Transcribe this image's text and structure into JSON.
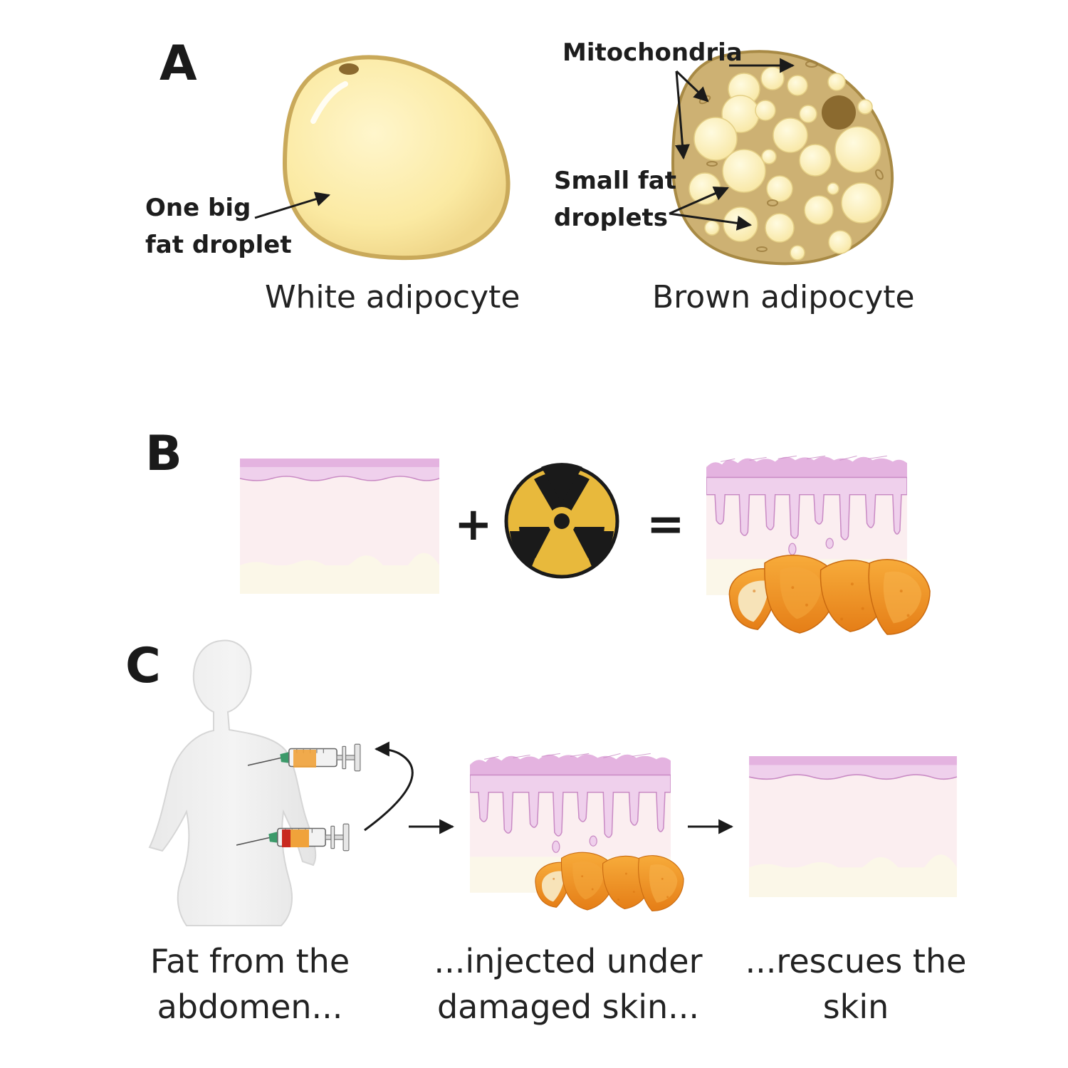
{
  "panels": {
    "a": {
      "letter": "A",
      "white_label": "White adipocyte",
      "brown_label": "Brown adipocyte",
      "one_big_line1": "One big",
      "one_big_line2": "fat droplet",
      "mito_label": "Mitochondria",
      "small_fat_line1": "Small fat",
      "small_fat_line2": "droplets"
    },
    "b": {
      "letter": "B",
      "plus": "+",
      "equals": "="
    },
    "c": {
      "letter": "C",
      "step1_line1": "Fat from the",
      "step1_line2": "abdomen...",
      "step2_line1": "...injected under",
      "step2_line2": "damaged skin...",
      "step3_line1": "...rescues the",
      "step3_line2": "skin"
    }
  },
  "colors": {
    "white_cell_fill": "#f9e9a6",
    "white_cell_outline": "#c9a95a",
    "brown_cell_fill": "#cdb173",
    "droplet_fill": "#fbefb8",
    "nucleus": "#8b6a2f",
    "epidermis": "#e9c6e6",
    "dermis": "#fbeef0",
    "hypodermis": "#fbf7e9",
    "radiation_yellow": "#e8b93c",
    "orange_peel": "#f39a2a",
    "syringe_fat": "#f0a23a",
    "syringe_blood": "#c8281e"
  },
  "icons": [
    "radiation-icon",
    "orange-peel-icon",
    "syringe-icon",
    "body-silhouette-icon",
    "arrow-icon"
  ]
}
